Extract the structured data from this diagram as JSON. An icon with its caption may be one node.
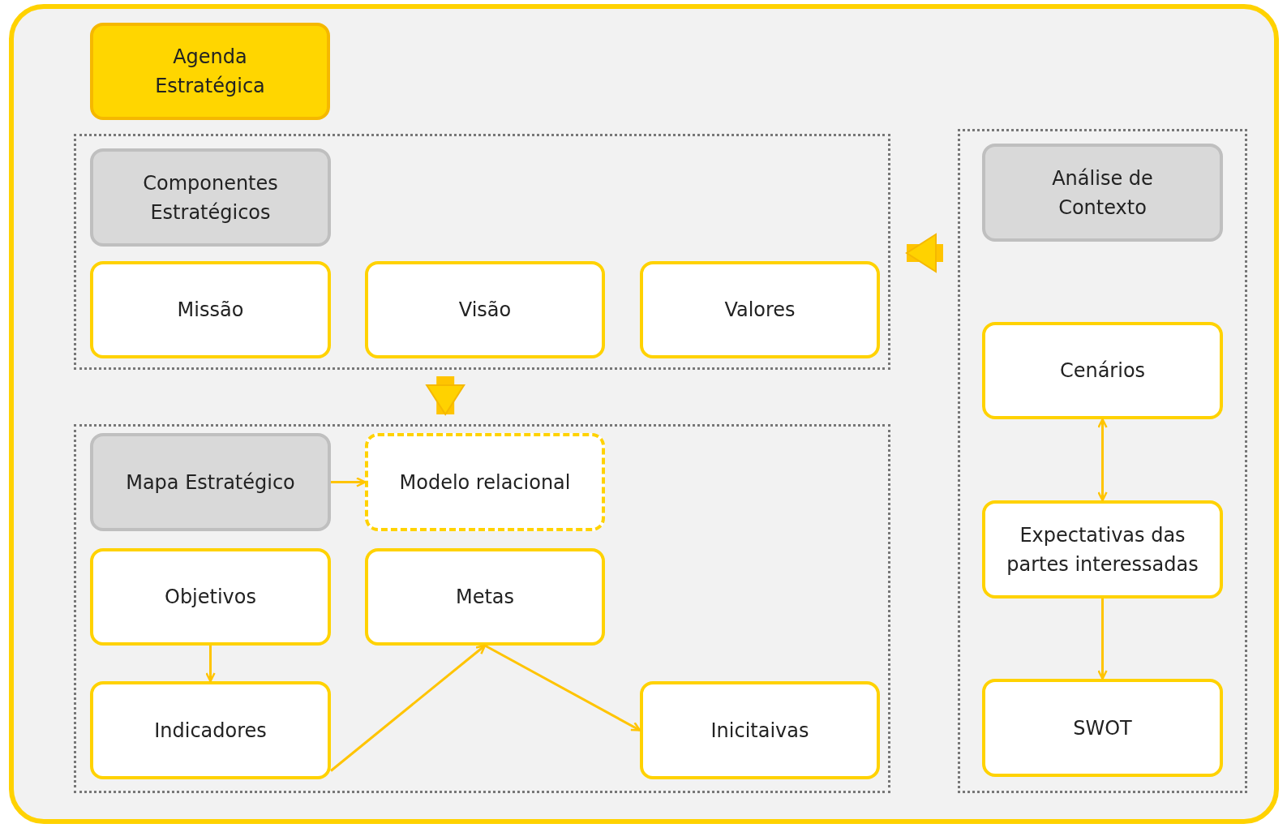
{
  "diagram": {
    "nodes": [
      {
        "text": [
          "Agenda Estratégica"
        ]
      },
      {
        "text": [],
        "shape": "box"
      },
      {
        "text": [
          "Componentes Estratégicos"
        ],
        "in": 1
      },
      {
        "text": [
          "Missão"
        ],
        "in": 1
      },
      {
        "text": [
          "Visão"
        ],
        "in": 1
      },
      {
        "text": [
          "Valores"
        ],
        "in": 1
      },
      {
        "text": [],
        "shape": "box"
      },
      {
        "text": [
          "Mapa Estratégico"
        ],
        "in": 6
      },
      {
        "text": [
          "Modelo relacional"
        ],
        "in": 6
      },
      {
        "text": [
          "Objetivos"
        ],
        "in": 6
      },
      {
        "text": [
          "Metas"
        ],
        "in": 6
      },
      {
        "text": [
          "Indicadores"
        ],
        "in": 6
      },
      {
        "text": [
          "Inicitaivas"
        ],
        "in": 6
      },
      {
        "text": [],
        "shape": "box"
      },
      {
        "text": [
          "Análise de Contexto"
        ],
        "in": 13
      },
      {
        "text": [
          "Cenários"
        ],
        "in": 13
      },
      {
        "text": [
          "Expectativas das partes interessadas"
        ],
        "in": 13
      },
      {
        "text": [
          "SWOT"
        ],
        "in": 13
      }
    ],
    "edges": [
      {
        "from": 13,
        "to": 1,
        "arrow": "to",
        "style": "thick"
      },
      {
        "from": 1,
        "to": 6,
        "arrow": "to",
        "style": "thick"
      },
      {
        "from": 7,
        "to": 8,
        "arrow": "to"
      },
      {
        "from": 9,
        "to": 11,
        "arrow": "to"
      },
      {
        "from": 11,
        "to": 10,
        "arrow": "to"
      },
      {
        "from": 10,
        "to": 12,
        "arrow": "to"
      },
      {
        "from": 15,
        "to": 16,
        "arrow": "both"
      },
      {
        "from": 16,
        "to": 17,
        "arrow": "to"
      }
    ]
  }
}
